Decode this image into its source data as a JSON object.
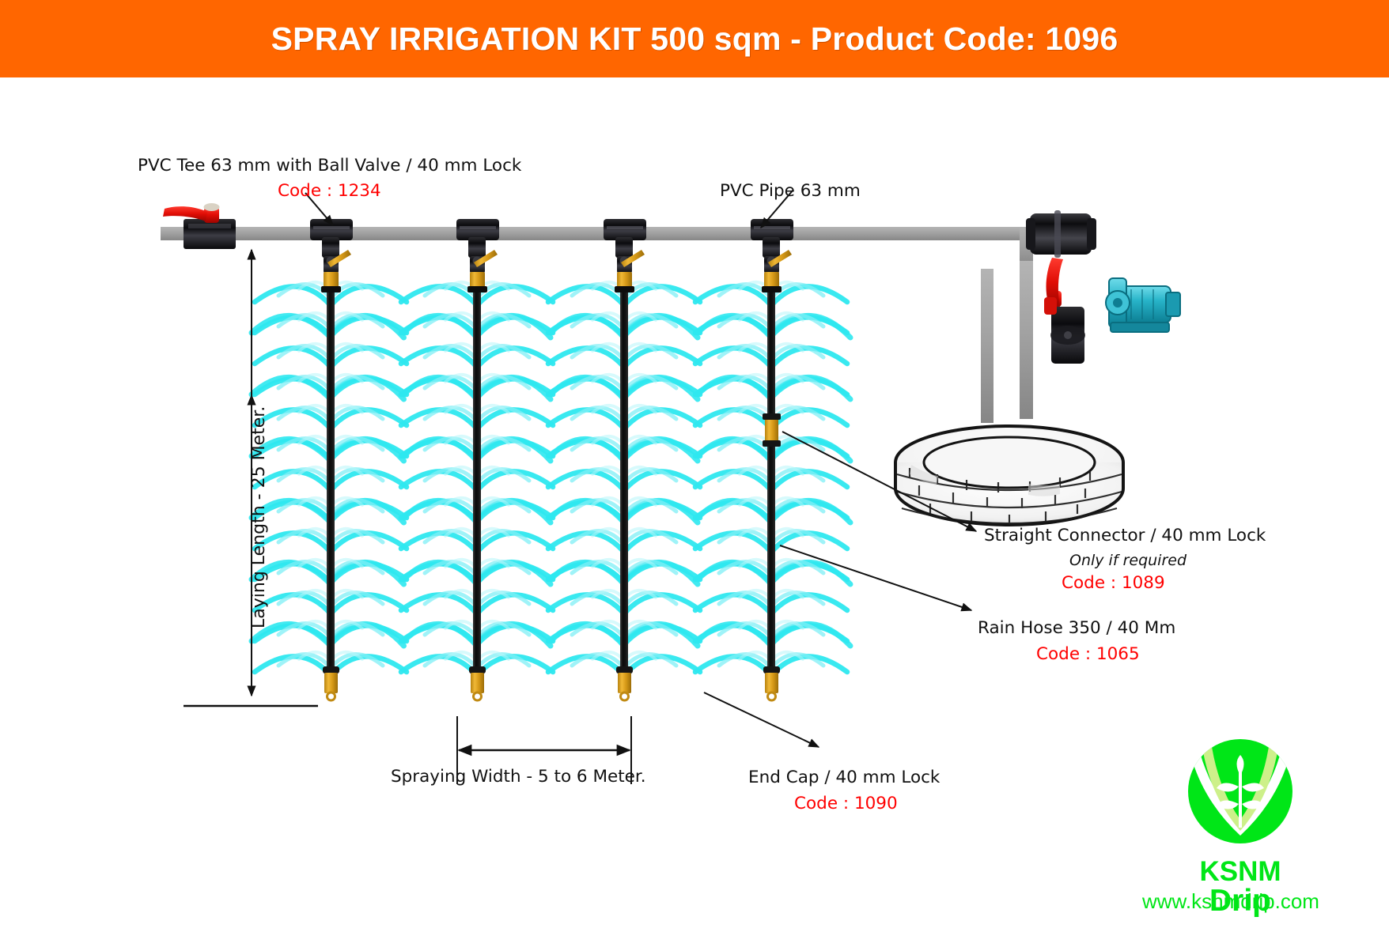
{
  "header": {
    "title": "SPRAY IRRIGATION KIT 500 sqm - Product Code: 1096",
    "bg_color": "#ff6600",
    "text_color": "#ffffff"
  },
  "colors": {
    "accent_orange": "#ff6600",
    "code_red": "#ff0000",
    "spray_cyan": "#2ee8ef",
    "pipe_gray": "#9b9b9b",
    "lateral_black": "#0d0d0d",
    "endcap_gold": "#e0a31c",
    "valve_red": "#e8170f",
    "pump_teal": "#27b3c8",
    "logo_green": "#00e617"
  },
  "annotations": {
    "pvc_tee": {
      "line1": "PVC Tee 63 mm with Ball Valve / 40 mm Lock",
      "code": "Code : 1234"
    },
    "pvc_pipe": {
      "line1": "PVC Pipe 63 mm"
    },
    "straight_connector": {
      "line1": "Straight Connector / 40 mm Lock",
      "note": "Only if required",
      "code": "Code : 1089"
    },
    "rain_hose": {
      "line1": "Rain Hose 350 / 40 Mm",
      "code": "Code : 1065"
    },
    "end_cap": {
      "line1": "End Cap / 40 mm Lock",
      "code": "Code : 1090"
    },
    "laying_length": {
      "text": "Laying Length - 25 Meter."
    },
    "spraying_width": {
      "text": "Spraying Width - 5 to 6 Meter."
    }
  },
  "diagram": {
    "main_pipe_label": "PVC Pipe 63 mm",
    "laterals_count": 4,
    "well_label": "well",
    "pump_label": "pump",
    "inlet_valve_label": "ball-valve"
  },
  "brand": {
    "name_line1": "KSNM",
    "name_line2": "Drip",
    "website": "www.ksnmdrip.com"
  }
}
